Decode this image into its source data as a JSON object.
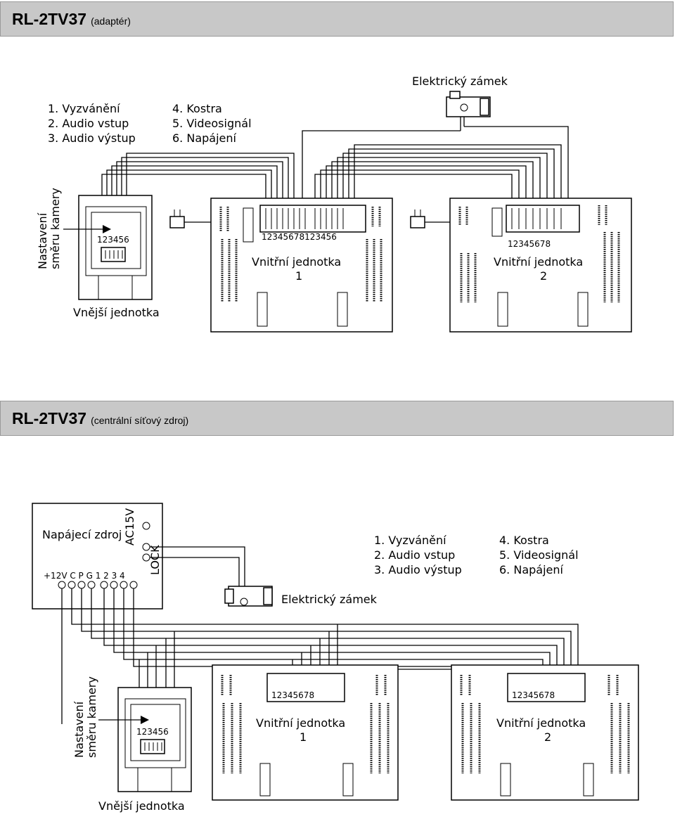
{
  "section1": {
    "title": "RL-2TV37",
    "subtitle": "(adaptér)"
  },
  "section2": {
    "title": "RL-2TV37",
    "subtitle": "(centrální síťový zdroj)"
  },
  "legend": {
    "items": [
      "1. Vyzvánění",
      "2. Audio vstup",
      "3. Audio výstup",
      "4. Kostra",
      "5. Videosignál",
      "6. Napájení"
    ]
  },
  "lock_label": "Elektrický zámek",
  "outdoor_label": "Vnější jednotka",
  "camera_label": [
    "Nastavení",
    "směru kamery"
  ],
  "indoor1": {
    "label": "Vnitřní jednotka",
    "num": "1"
  },
  "indoor2": {
    "label": "Vnitřní jednotka",
    "num": "2"
  },
  "pins6": "123456",
  "pins8": "12345678",
  "pins_double": "12345678123456",
  "psu": {
    "label": "Napájecí zdroj",
    "ac": "AC15V",
    "lock": "LOCK",
    "terminals": "+12V C P G  1  2  3  4"
  }
}
